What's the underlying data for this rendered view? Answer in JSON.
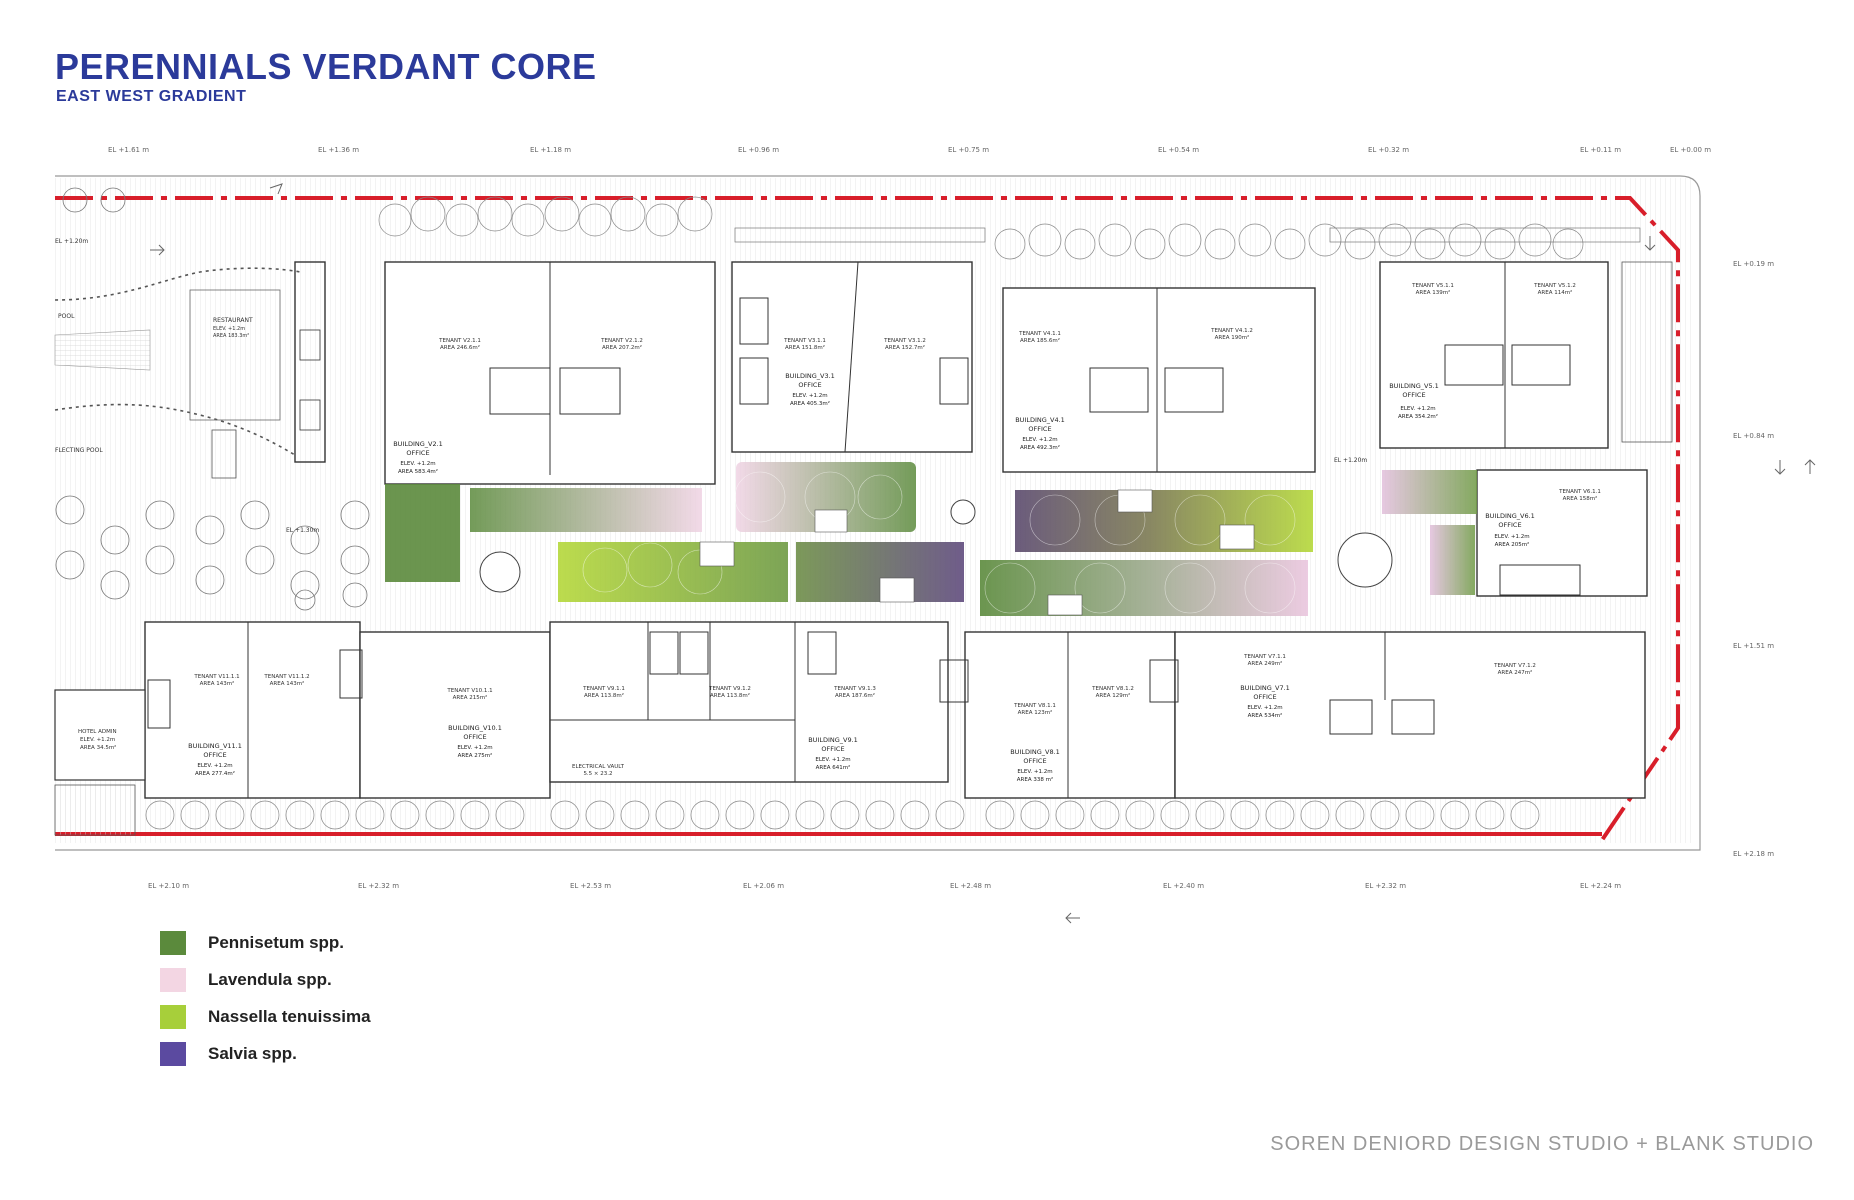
{
  "title": "PERENNIALS VERDANT CORE",
  "subtitle": "EAST WEST GRADIENT",
  "credit": "SOREN DENIORD DESIGN STUDIO  + BLANK STUDIO",
  "legend": [
    {
      "label": "Pennisetum spp.",
      "color": "#5b8a3c"
    },
    {
      "label": "Lavendula spp.",
      "color": "#f3d6e3"
    },
    {
      "label": "Nassella tenuissima",
      "color": "#a7cf3a"
    },
    {
      "label": "Salvia spp.",
      "color": "#5b4aa0"
    }
  ],
  "elevations_top": [
    "EL +1.61 m",
    "EL +1.36 m",
    "EL +1.18 m",
    "EL +0.96 m",
    "EL +0.75 m",
    "EL +0.54 m",
    "EL +0.32 m",
    "EL +0.11 m",
    "EL +0.00 m"
  ],
  "elevations_bottom": [
    "EL +2.10 m",
    "EL +2.32 m",
    "EL +2.53 m",
    "EL +2.06 m",
    "EL +2.48 m",
    "EL +2.40 m",
    "EL +2.32 m",
    "EL +2.24 m"
  ],
  "elevations_right": [
    "EL +0.19 m",
    "EL +0.84 m",
    "EL +1.51 m",
    "EL +2.18 m"
  ],
  "buildings": [
    {
      "name": "BUILDING_V2.1",
      "use": "OFFICE",
      "elev": "ELEV. +1.2m",
      "area": "AREA 583.4m²"
    },
    {
      "name": "BUILDING_V3.1",
      "use": "OFFICE",
      "elev": "ELEV. +1.2m",
      "area": "AREA 405.3m²"
    },
    {
      "name": "BUILDING_V4.1",
      "use": "OFFICE",
      "elev": "ELEV. +1.2m",
      "area": "AREA 492.3m²"
    },
    {
      "name": "BUILDING_V5.1",
      "use": "OFFICE",
      "elev": "ELEV. +1.2m",
      "area": "AREA 354.2m²"
    },
    {
      "name": "BUILDING_V6.1",
      "use": "OFFICE",
      "elev": "ELEV. +1.2m",
      "area": "AREA 205m²"
    },
    {
      "name": "BUILDING_V7.1",
      "use": "OFFICE",
      "elev": "ELEV. +1.2m",
      "area": "AREA 534m²"
    },
    {
      "name": "BUILDING_V8.1",
      "use": "OFFICE",
      "elev": "ELEV. +1.2m",
      "area": "AREA 338 m²"
    },
    {
      "name": "BUILDING_V9.1",
      "use": "OFFICE",
      "elev": "ELEV. +1.2m",
      "area": "AREA 641m²"
    },
    {
      "name": "BUILDING_V10.1",
      "use": "OFFICE",
      "elev": "ELEV. +1.2m",
      "area": "AREA 275m²"
    },
    {
      "name": "BUILDING_V11.1",
      "use": "OFFICE",
      "elev": "ELEV. +1.2m",
      "area": "AREA 277.4m²"
    }
  ],
  "tenants": [
    {
      "name": "TENANT V2.1.1",
      "area": "AREA 246.6m²"
    },
    {
      "name": "TENANT V2.1.2",
      "area": "AREA 207.2m²"
    },
    {
      "name": "TENANT V3.1.1",
      "area": "AREA 151.8m²"
    },
    {
      "name": "TENANT V3.1.2",
      "area": "AREA 152.7m²"
    },
    {
      "name": "TENANT V4.1.1",
      "area": "AREA 185.6m²"
    },
    {
      "name": "TENANT V4.1.2",
      "area": "AREA 190m²"
    },
    {
      "name": "TENANT V5.1.1",
      "area": "AREA 139m²"
    },
    {
      "name": "TENANT V5.1.2",
      "area": "AREA 114m²"
    },
    {
      "name": "TENANT V6.1.1",
      "area": "AREA 158m²"
    },
    {
      "name": "TENANT V7.1.1",
      "area": "AREA 249m²"
    },
    {
      "name": "TENANT V7.1.2",
      "area": "AREA 247m²"
    },
    {
      "name": "TENANT V8.1.1",
      "area": "AREA 123m²"
    },
    {
      "name": "TENANT V8.1.2",
      "area": "AREA 129m²"
    },
    {
      "name": "TENANT V9.1.1",
      "area": "AREA 113.8m²"
    },
    {
      "name": "TENANT V9.1.2",
      "area": "AREA 113.8m²"
    },
    {
      "name": "TENANT V9.1.3",
      "area": "AREA 187.6m²"
    },
    {
      "name": "TENANT V10.1.1",
      "area": "AREA 215m²"
    },
    {
      "name": "TENANT V11.1.1",
      "area": "AREA 143m²"
    },
    {
      "name": "TENANT V11.1.2",
      "area": "AREA 143m²"
    }
  ],
  "misc_labels": {
    "restaurant": "RESTAURANT",
    "restaurant_elev": "ELEV. +1.2m",
    "restaurant_area": "AREA 183.3m²",
    "pool": "POOL",
    "reflecting_pool": "FLECTING POOL",
    "hotel_admin": "HOTEL ADMIN",
    "hotel_admin_elev": "ELEV. +1.2m",
    "hotel_admin_area": "AREA 34.5m²",
    "electrical_vault": "ELECTRICAL VAULT",
    "electrical_vault_dims": "5.5 × 23.2",
    "el_left": "EL +1.20m",
    "el_mid": "EL +1.20m",
    "el_plaza": "EL +1.30m"
  }
}
